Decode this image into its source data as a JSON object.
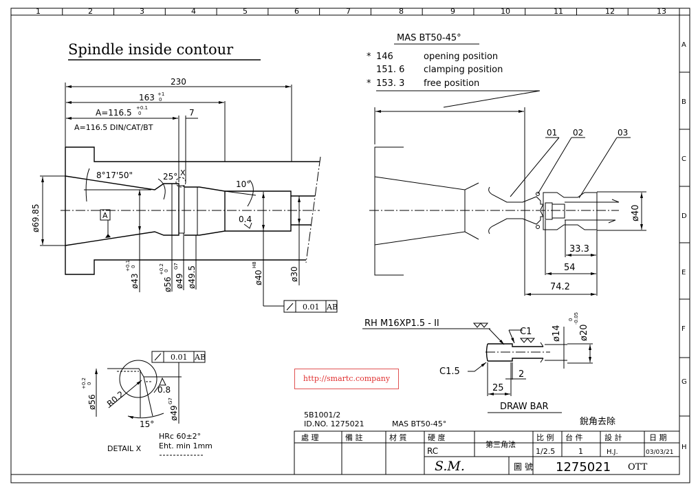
{
  "frame": {
    "columns": [
      "1",
      "2",
      "3",
      "4",
      "5",
      "6",
      "7",
      "8",
      "9",
      "10",
      "11",
      "12",
      "13"
    ],
    "rows": [
      "A",
      "B",
      "C",
      "D",
      "E",
      "F",
      "G",
      "H"
    ]
  },
  "left_view": {
    "title": "Spindle inside contour",
    "dim_230": "230",
    "dim_163": "163",
    "dim_163_tol_upper": "+1",
    "dim_163_tol_lower": "0",
    "dim_A": "A=116.5",
    "dim_A_tol_upper": "+0.1",
    "dim_A_tol_lower": "0",
    "dim_A_note": "A=116.5 DIN/CAT/BT",
    "dim_7": "7",
    "angle_taper": "8°17'50\"",
    "angle_25": "25°",
    "detail_marker": "X",
    "angle_10": "10°",
    "roughness_04": "0.4",
    "datum_A": "A",
    "dia_6985": "ø69.85",
    "dia_43": "ø43",
    "dia_43_tol_upper": "+0.1",
    "dia_43_tol_lower": "0",
    "dia_56": "ø56",
    "dia_56_tol_upper": "+0.2",
    "dia_56_tol_lower": "0",
    "dia_49": "ø49",
    "dia_49_fit": "G7",
    "dia_495": "ø49.5",
    "dia_40": "ø40",
    "dia_40_fit": "H8",
    "dia_30": "ø30",
    "runout_symbol": "runout",
    "runout_value": "0.01",
    "runout_datum": "AB"
  },
  "right_view": {
    "title": "MAS BT50-45°",
    "positions": [
      {
        "mark": "*",
        "value": "146",
        "label": "opening position"
      },
      {
        "mark": "",
        "value": "151. 6",
        "label": "clamping position"
      },
      {
        "mark": "*",
        "value": "153. 3",
        "label": "free position"
      }
    ],
    "callouts": [
      "01",
      "02",
      "03"
    ],
    "dia_40": "ø40",
    "dim_333": "33.3",
    "dim_54": "54",
    "dim_742": "74.2"
  },
  "draw_bar": {
    "thread_note": "RH M16XP1.5 - II",
    "chamfer_c1": "C1",
    "chamfer_c15": "C1.5",
    "dia_14": "ø14",
    "dia_20": "ø20",
    "dia_20_tol_upper": "0",
    "dia_20_tol_lower": "-0.05",
    "dim_2": "2",
    "dim_25": "25",
    "title": "DRAW BAR"
  },
  "detail_x": {
    "title": "DETAIL X",
    "runout_value": "0.01",
    "runout_datum": "AB",
    "roughness": "0.8",
    "radius": "R0.2",
    "angle": "15°",
    "dia_56": "ø56",
    "dia_56_tol_upper": "+0.2",
    "dia_56_tol_lower": "0",
    "dia_49": "ø49",
    "dia_49_fit": "G7",
    "hardness": "HRc  60±2°",
    "case_depth": "Eht.  min  1mm"
  },
  "watermark": "http://smartc.company",
  "title_block": {
    "ref_code": "5B1001/2",
    "id_no": "ID.NO. 1275021",
    "model": "MAS BT50-45°",
    "deburr_note": "銳角去除",
    "headers": [
      "處 理",
      "備 註",
      "材 質",
      "硬 度",
      "第三角法",
      "比 例",
      "台 件",
      "設 計",
      "日 期"
    ],
    "hardness_value": "RC",
    "scale_value": "1/2.5",
    "qty_value": "1",
    "designer_value": "H.J.",
    "date_value": "03/03/21",
    "company": "S.M.",
    "drawing_no_label": "圖 號",
    "drawing_no": "1275021",
    "suffix": "OTT",
    "suffix_color": "#e02020"
  }
}
